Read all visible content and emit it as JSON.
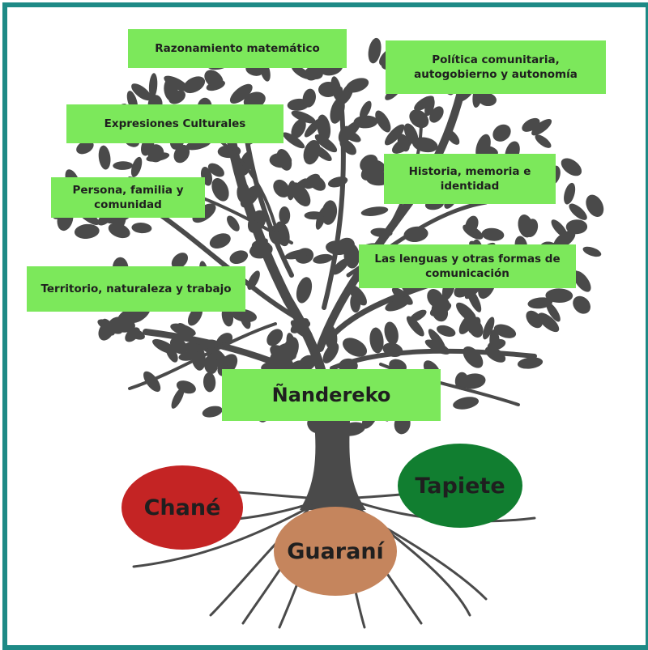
{
  "colors": {
    "frame": "#1e8a86",
    "box": "#7ce85b",
    "tree": "#4a4a4a",
    "chane": "#c42424",
    "guarani": "#c5855d",
    "tapiete": "#117e30"
  },
  "center": {
    "label": "Ñandereko"
  },
  "branches": [
    {
      "label": "Razonamiento matemático"
    },
    {
      "label": "Política comunitaria, autogobierno  y autonomía"
    },
    {
      "label": "Expresiones Culturales"
    },
    {
      "label": "Historia, memoria e identidad"
    },
    {
      "label": "Persona, familia y comunidad"
    },
    {
      "label": "Las lenguas y otras formas de comunicación"
    },
    {
      "label": "Territorio, naturaleza y trabajo"
    }
  ],
  "roots": [
    {
      "label": "Chané",
      "color": "#c42424"
    },
    {
      "label": "Guaraní",
      "color": "#c5855d"
    },
    {
      "label": "Tapiete",
      "color": "#117e30"
    }
  ]
}
